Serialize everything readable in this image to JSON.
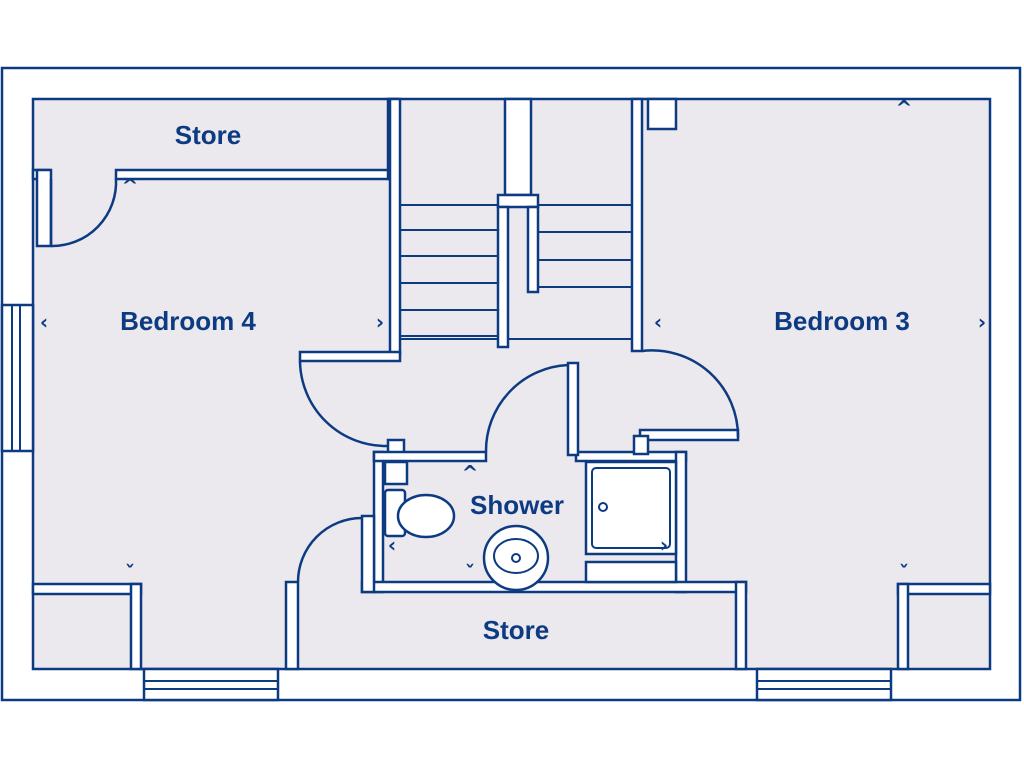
{
  "rooms": {
    "store_top": "Store",
    "bedroom_4": "Bedroom 4",
    "bedroom_3": "Bedroom 3",
    "shower": "Shower",
    "store_bottom": "Store"
  },
  "colors": {
    "line": "#0d3b82",
    "floor": "#ebe8ee",
    "wall": "#ffffff"
  }
}
